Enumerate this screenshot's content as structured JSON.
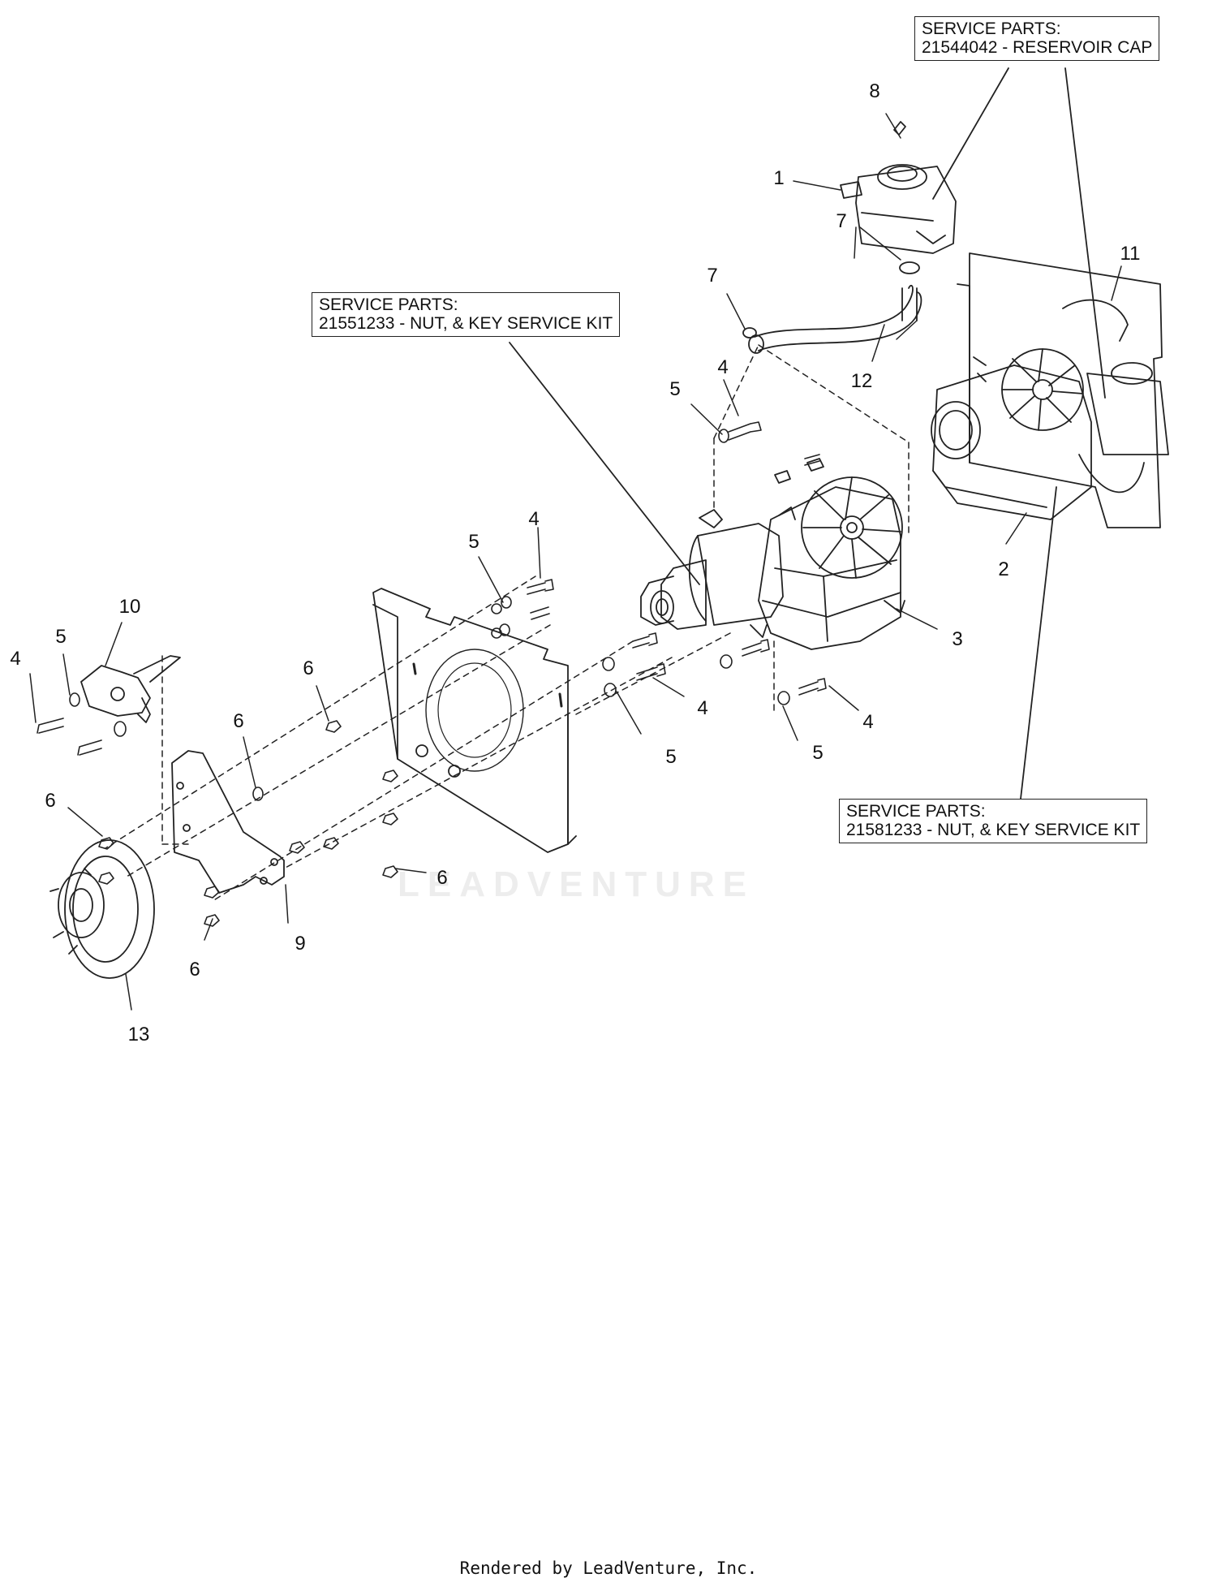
{
  "service_boxes": {
    "top_right": {
      "line1": "SERVICE PARTS:",
      "line2": "21544042 - RESERVOIR CAP"
    },
    "center": {
      "line1": "SERVICE PARTS:",
      "line2": "21551233 - NUT, & KEY SERVICE KIT"
    },
    "lower_right": {
      "line1": "SERVICE PARTS:",
      "line2": "21581233 - NUT, & KEY SERVICE KIT"
    }
  },
  "callouts": {
    "c1": "1",
    "c2": "2",
    "c3": "3",
    "c4a": "4",
    "c4b": "4",
    "c4c": "4",
    "c4d": "4",
    "c4e": "4",
    "c5a": "5",
    "c5b": "5",
    "c5c": "5",
    "c5d": "5",
    "c5e": "5",
    "c6a": "6",
    "c6b": "6",
    "c6c": "6",
    "c6d": "6",
    "c6e": "6",
    "c7a": "7",
    "c7b": "7",
    "c8": "8",
    "c9": "9",
    "c10": "10",
    "c11": "11",
    "c12": "12",
    "c13": "13"
  },
  "watermark": "LEADVENTURE",
  "footer": "Rendered by LeadVenture, Inc."
}
